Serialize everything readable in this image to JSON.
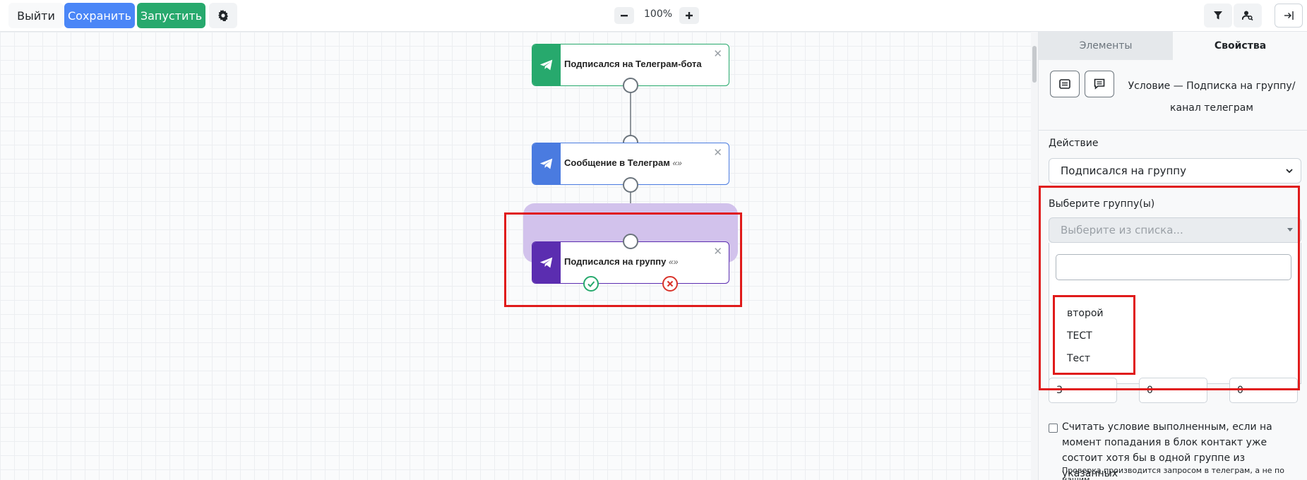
{
  "toolbar": {
    "exit_label": "Выйти",
    "save_label": "Сохранить",
    "run_label": "Запустить",
    "zoom": "100%",
    "colors": {
      "save": "#4a86f7",
      "run": "#27a96d"
    }
  },
  "canvas": {
    "nodes": [
      {
        "title": "Подписался на Телеграм-бота",
        "quote": "",
        "color": "#27a96d"
      },
      {
        "title": "Сообщение в Телеграм",
        "quote": "«»",
        "color": "#4a7be0"
      },
      {
        "title": "Подписался на группу",
        "quote": "«»",
        "color": "#5b2db0"
      }
    ]
  },
  "panel": {
    "tabs": {
      "elements": "Элементы",
      "properties": "Свойства"
    },
    "title": "Условие — Подписка на группу/канал телеграм",
    "action_label": "Действие",
    "action_value": "Подписался на группу",
    "group_label": "Выберите группу(ы)",
    "group_placeholder": "Выберите из списка...",
    "dropdown_items": [
      "второй",
      "ТЕСТ",
      "Тест"
    ],
    "mini_inputs": [
      "3",
      "0",
      "0"
    ],
    "checkbox_text": "Считать условие выполненным, если на момент попадания в блок контакт уже состоит хотя бы в одной группе из указанных",
    "note": "Проверка производится запросом в телеграм, а не по нашим"
  }
}
